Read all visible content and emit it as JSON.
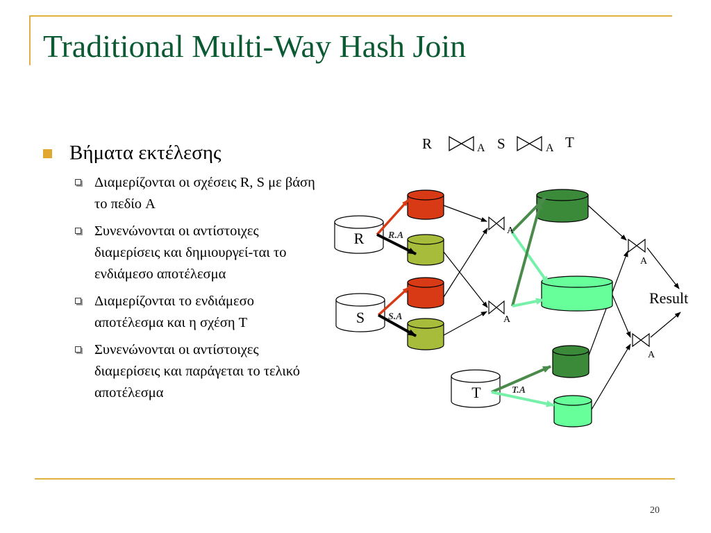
{
  "slide": {
    "title": "Traditional Multi-Way Hash Join",
    "page_number": "20"
  },
  "bullets": {
    "main": "Βήματα εκτέλεσης",
    "sub": [
      "Διαμερίζονται οι σχέσεις R, S με βάση το πεδίο A",
      "Συνενώνονται οι αντίστοιχες διαμερίσεις και δημιουργεί-ται το ενδιάμεσο αποτέλεσμα",
      "Διαμερίζονται το ενδιάμεσο αποτέλεσμα και η σχέση T",
      "Συνενώνονται οι αντίστοιχες διαμερίσεις και παράγεται το τελικό αποτέλεσμα"
    ]
  },
  "diagram": {
    "expression": {
      "r": "R",
      "s": "S",
      "t": "T",
      "join_attr": "A"
    },
    "relations": {
      "r": "R",
      "s": "S",
      "t": "T"
    },
    "partition_labels": {
      "r": "R.A",
      "s": "S.A",
      "t": "T.A"
    },
    "join_label": "A",
    "result": "Result",
    "colors": {
      "red_partition": "#d83a16",
      "olive_partition": "#a8bc3c",
      "dark_green_partition": "#3a8a3a",
      "light_green_partition": "#66ff99",
      "arrow_dark_green": "#4a8a4a",
      "arrow_light_green": "#77f0aa"
    }
  }
}
